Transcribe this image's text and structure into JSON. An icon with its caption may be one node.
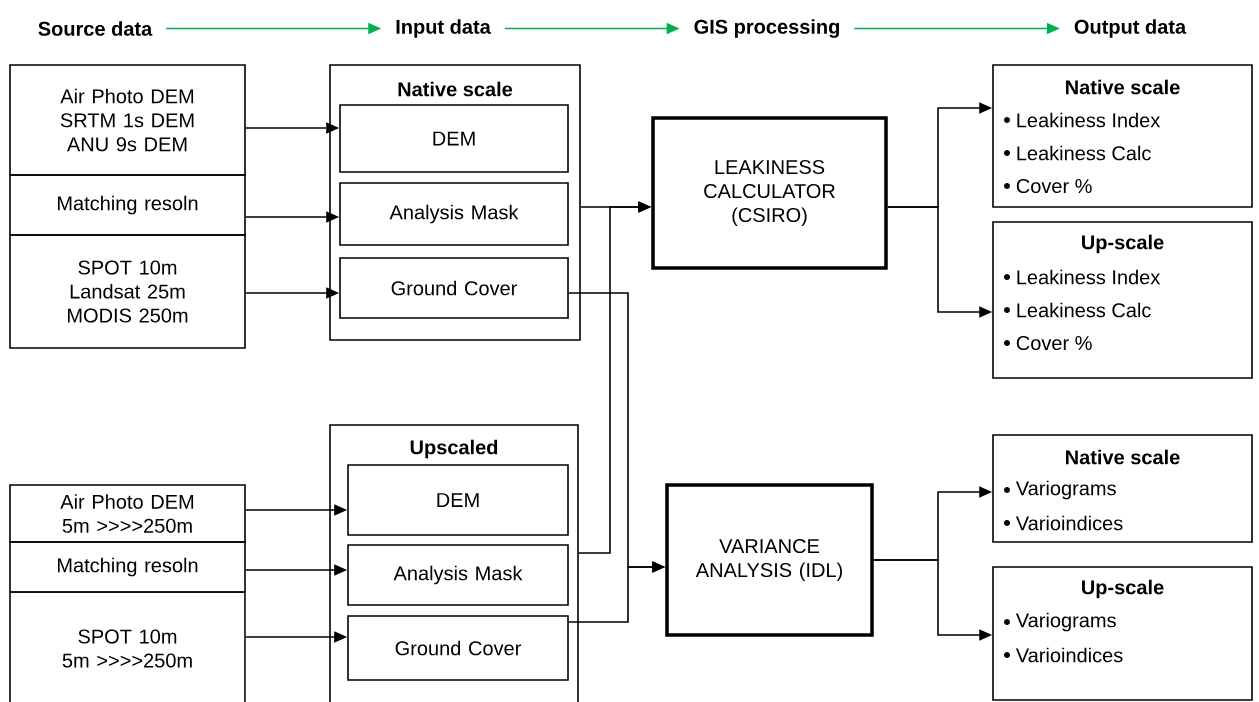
{
  "diagram": {
    "nodes": [
      {
        "text": [
          "Source data"
        ]
      },
      {
        "text": [
          "Input data"
        ]
      },
      {
        "text": [
          "GIS processing"
        ]
      },
      {
        "text": [
          "Output  data"
        ]
      },
      {
        "text": [
          "Air Photo DEM",
          "SRTM 1s DEM",
          "ANU 9s DEM"
        ]
      },
      {
        "text": [
          "Matching resoln"
        ]
      },
      {
        "text": [
          "SPOT 10m",
          "Landsat 25m",
          "MODIS 250m"
        ]
      },
      {
        "text": [
          "Native scale"
        ]
      },
      {
        "text": [
          "DEM"
        ],
        "in": 7
      },
      {
        "text": [
          "Analysis Mask"
        ],
        "in": 7
      },
      {
        "text": [
          "Ground Cover"
        ],
        "in": 7
      },
      {
        "text": [
          "LEAKINESS CALCULATOR (CSIRO)"
        ]
      },
      {
        "text": [
          "Native scale",
          "Leakiness Index",
          "Leakiness Calc",
          "Cover %"
        ]
      },
      {
        "text": [
          "Up-scale",
          "Leakiness Index",
          "Leakiness Calc",
          "Cover %"
        ]
      },
      {
        "text": [
          "Air Photo DEM",
          "5m >>>>250m"
        ]
      },
      {
        "text": [
          "Matching resoln"
        ]
      },
      {
        "text": [
          "SPOT 10m",
          "5m >>>>250m"
        ]
      },
      {
        "text": [
          "**Upscal**ed"
        ]
      },
      {
        "text": [
          "DEM"
        ],
        "in": 17
      },
      {
        "text": [
          "Analysis Mask"
        ],
        "in": 17
      },
      {
        "text": [
          "Ground Cover"
        ],
        "in": 17
      },
      {
        "text": [
          "VARIANCE ANALYSIS (IDL)"
        ]
      },
      {
        "text": [
          "Native scale",
          "Variograms",
          "Varioindices"
        ]
      },
      {
        "text": [
          "Up-scale",
          "Variograms",
          "Varioindices"
        ]
      }
    ],
    "edges": [
      {
        "from": 0,
        "to": 1,
        "arrow": "to",
        "color": "#00b050"
      },
      {
        "from": 1,
        "to": 2,
        "arrow": "to",
        "color": "#00b050"
      },
      {
        "from": 2,
        "to": 3,
        "arrow": "to",
        "color": "#00b050"
      },
      {
        "from": 4,
        "to": 8,
        "arrow": "to"
      },
      {
        "from": 5,
        "to": 9,
        "arrow": "to"
      },
      {
        "from": 6,
        "to": 10,
        "arrow": "to"
      },
      {
        "from": 7,
        "to": 11,
        "arrow": "to"
      },
      {
        "from": 17,
        "to": 11,
        "arrow": "to"
      },
      {
        "from": 10,
        "to": 21,
        "arrow": "to"
      },
      {
        "from": 20,
        "to": 21,
        "arrow": "to"
      },
      {
        "from": 11,
        "to": 12,
        "arrow": "to"
      },
      {
        "from": 11,
        "to": 13,
        "arrow": "to"
      },
      {
        "from": 14,
        "to": 18,
        "arrow": "to"
      },
      {
        "from": 15,
        "to": 19,
        "arrow": "to"
      },
      {
        "from": 16,
        "to": 20,
        "arrow": "to"
      },
      {
        "from": 21,
        "to": 22,
        "arrow": "to"
      },
      {
        "from": 21,
        "to": 23,
        "arrow": "to"
      }
    ]
  }
}
